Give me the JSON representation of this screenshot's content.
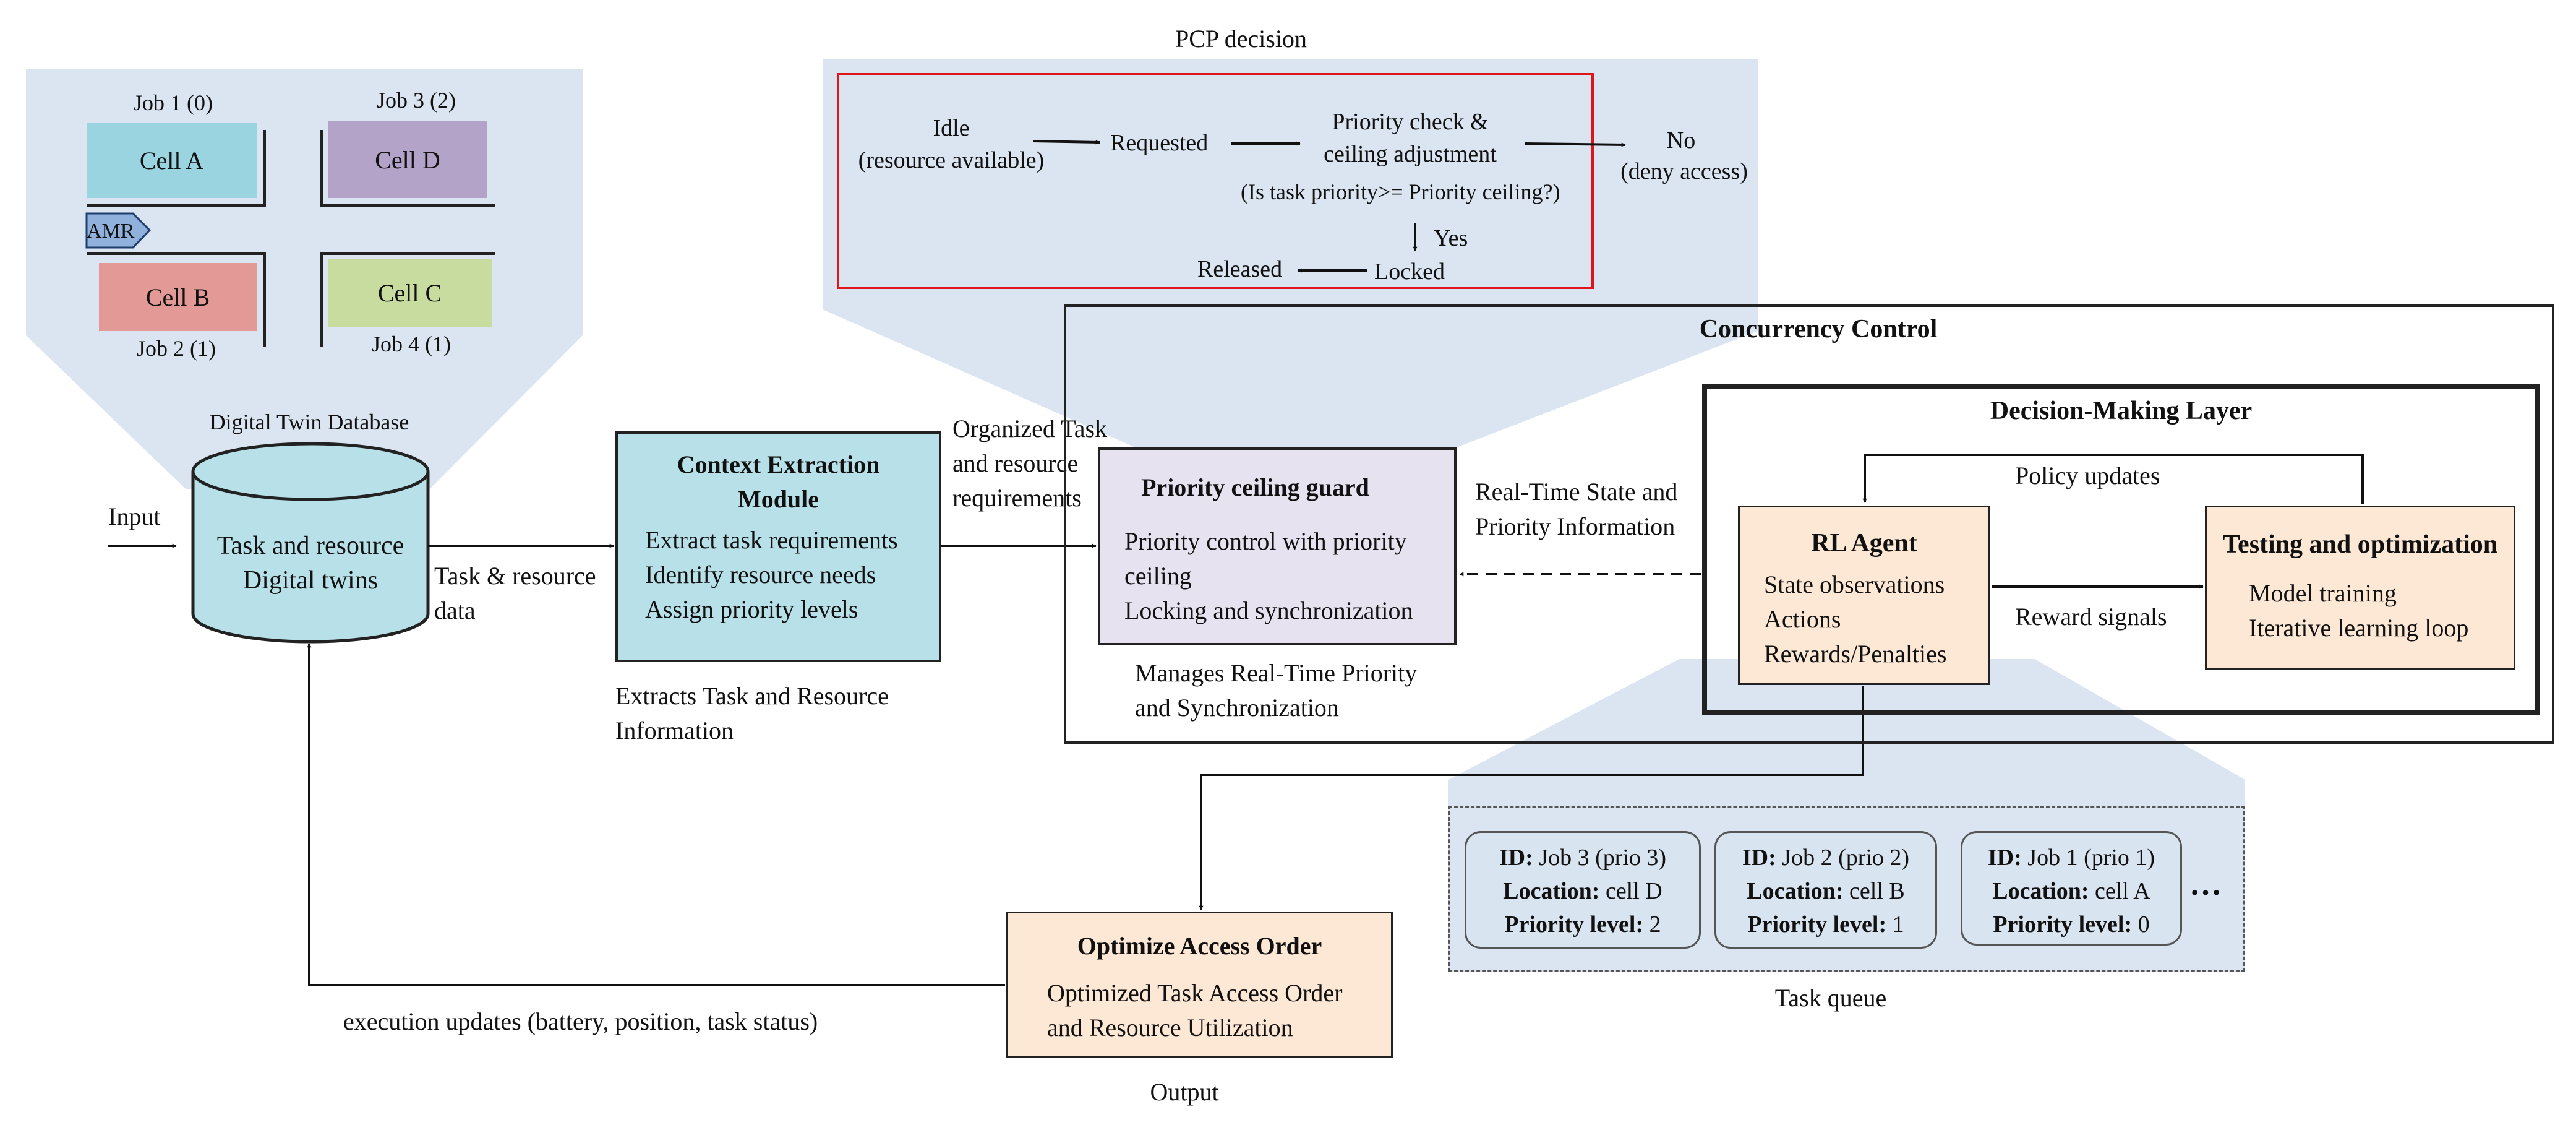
{
  "colors": {
    "shade": "#dbe5f1",
    "cell_a": "#99d4e0",
    "cell_b": "#e39a96",
    "cell_c": "#c8dca0",
    "cell_d": "#b4a3c9",
    "context_module": "#b8e0e8",
    "priority_guard": "#e7e2f0",
    "peach": "#fde7d5",
    "pcp_border": "#e0141b",
    "database": "#b8e0e8"
  },
  "factory": {
    "job1": "Job 1 (0)",
    "job2": "Job 2 (1)",
    "job3": "Job 3 (2)",
    "job4": "Job 4 (1)",
    "cell_a": "Cell A",
    "cell_b": "Cell B",
    "cell_c": "Cell C",
    "cell_d": "Cell D",
    "amr": "AMR"
  },
  "database": {
    "title": "Digital Twin Database",
    "line1": "Task and resource",
    "line2": "Digital twins"
  },
  "input_label": "Input",
  "task_resource_label": {
    "line1": "Task & resource",
    "line2": "data"
  },
  "context": {
    "title_line1": "Context Extraction",
    "title_line2": "Module",
    "item1": "Extract task requirements",
    "item2": "Identify resource needs",
    "item3": "Assign priority levels",
    "caption_line1": "Extracts Task and Resource",
    "caption_line2": "Information"
  },
  "organized_label": {
    "line1": "Organized Task",
    "line2": "and resource",
    "line3": "requirements"
  },
  "pcp": {
    "title": "PCP decision",
    "idle_line1": "Idle",
    "idle_line2": "(resource available)",
    "requested": "Requested",
    "check_line1": "Priority check &",
    "check_line2": "ceiling adjustment",
    "question": "(Is task priority>= Priority ceiling?)",
    "no_line1": "No",
    "no_line2": "(deny access)",
    "yes": "Yes",
    "locked": "Locked",
    "released": "Released"
  },
  "concurrency": {
    "title": "Concurrency Control"
  },
  "guard": {
    "title": "Priority ceiling guard",
    "line1": "Priority control with priority",
    "line2": "ceiling",
    "line3": "Locking and synchronization",
    "caption_line1": "Manages Real-Time Priority",
    "caption_line2": "and Synchronization"
  },
  "realtime_label": {
    "line1": "Real-Time State and",
    "line2": "Priority Information"
  },
  "decision_layer": {
    "title": "Decision-Making Layer",
    "policy_updates": "Policy updates",
    "reward_signals": "Reward signals"
  },
  "rl_agent": {
    "title": "RL Agent",
    "item1": "State observations",
    "item2": "Actions",
    "item3": "Rewards/Penalties"
  },
  "testing": {
    "title": "Testing and optimization",
    "item1": "Model training",
    "item2": "Iterative learning loop"
  },
  "queue": {
    "caption": "Task queue",
    "ellipsis": "…",
    "cards": [
      {
        "id_label": "ID:",
        "id": " Job 3 (prio 3)",
        "loc_label": "Location:",
        "loc": " cell D",
        "prio_label": "Priority level:",
        "prio": " 2"
      },
      {
        "id_label": "ID:",
        "id": " Job 2 (prio 2)",
        "loc_label": "Location:",
        "loc": " cell B",
        "prio_label": "Priority level:",
        "prio": " 1"
      },
      {
        "id_label": "ID:",
        "id": " Job 1 (prio 1)",
        "loc_label": "Location:",
        "loc": " cell A",
        "prio_label": "Priority level:",
        "prio": " 0"
      }
    ]
  },
  "optimize": {
    "title": "Optimize Access Order",
    "line1": "Optimized Task Access Order",
    "line2": "and Resource Utilization",
    "caption": "Output"
  },
  "feedback_label": "execution updates (battery, position, task status)"
}
